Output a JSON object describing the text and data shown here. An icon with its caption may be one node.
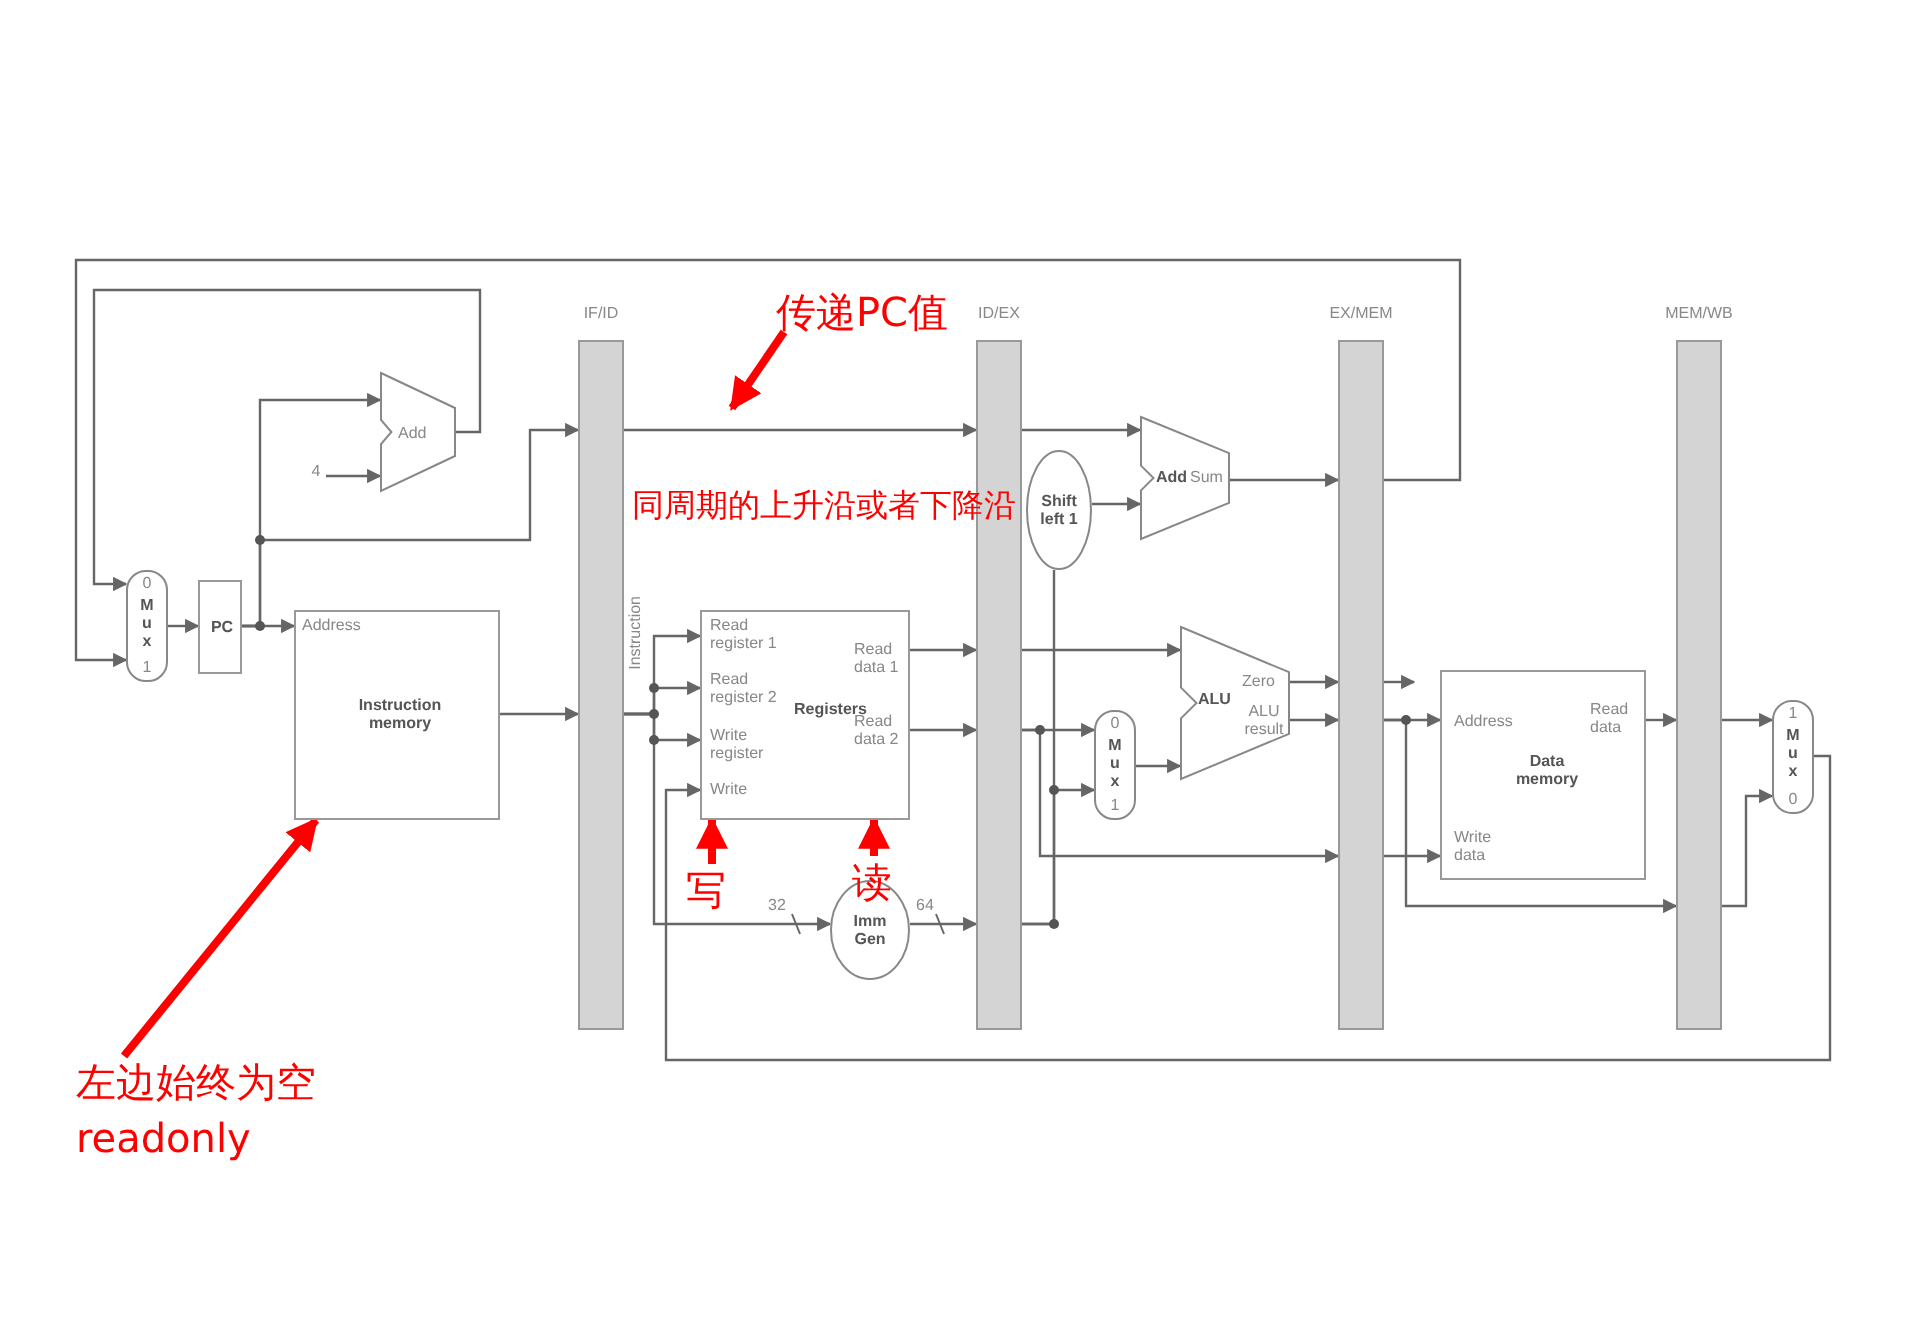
{
  "diagram": {
    "nodes": [
      {
        "text": [
          "0",
          "M u x",
          "1"
        ]
      },
      {
        "text": [
          "PC"
        ]
      },
      {
        "text": [
          "Add"
        ]
      },
      {
        "text": [
          "4"
        ]
      },
      {
        "text": [
          "Address",
          "Instruction memory"
        ]
      },
      {
        "text": [
          "IF/ID"
        ]
      },
      {
        "text": [
          "Read register 1",
          "Read register 2",
          "Registers",
          "Write register",
          "Write",
          "Read data 1",
          "Read data 2"
        ]
      },
      {
        "text": [
          "Imm Gen"
        ]
      },
      {
        "text": [
          "ID/EX"
        ]
      },
      {
        "text": [
          "Shift left 1"
        ]
      },
      {
        "text": [
          "Add",
          "Sum"
        ]
      },
      {
        "text": [
          "0",
          "M u x",
          "1"
        ]
      },
      {
        "text": [
          "ALU",
          "Zero",
          "ALU result"
        ]
      },
      {
        "text": [
          "EX/MEM"
        ]
      },
      {
        "text": [
          "Address",
          "Read data",
          "Data memory",
          "Write data"
        ]
      },
      {
        "text": [
          "MEM/WB"
        ]
      },
      {
        "text": [
          "1",
          "M u x",
          "0"
        ]
      },
      {
        "text": [
          "传递PC值"
        ]
      },
      {
        "text": [
          "左边始终为空",
          "readonly"
        ]
      },
      {
        "text": [
          "写"
        ]
      },
      {
        "text": [
          "读"
        ]
      }
    ],
    "edges": [
      {
        "from": 0,
        "to": 1,
        "arrow": "to"
      },
      {
        "from": 1,
        "to": 4,
        "arrow": "to"
      },
      {
        "from": 1,
        "to": 2,
        "arrow": "to"
      },
      {
        "from": 1,
        "to": 5,
        "arrow": "to"
      },
      {
        "from": 3,
        "to": 2,
        "arrow": "to"
      },
      {
        "from": 2,
        "to": 0,
        "arrow": "to"
      },
      {
        "from": 13,
        "to": 0,
        "arrow": "to"
      },
      {
        "from": 4,
        "to": 5,
        "arrow": "to"
      },
      {
        "from": 5,
        "to": 8,
        "arrow": "to"
      },
      {
        "from": 5,
        "to": 6,
        "arrow": "to"
      },
      {
        "from": 5,
        "to": 6,
        "arrow": "to"
      },
      {
        "from": 5,
        "to": 6,
        "arrow": "to"
      },
      {
        "from": 5,
        "to": 7,
        "arrow": "to",
        "label": "32"
      },
      {
        "from": 16,
        "to": 6,
        "arrow": "to"
      },
      {
        "from": 6,
        "to": 8,
        "arrow": "to"
      },
      {
        "from": 6,
        "to": 8,
        "arrow": "to"
      },
      {
        "from": 7,
        "to": 8,
        "arrow": "to",
        "label": "64"
      },
      {
        "from": 8,
        "to": 10,
        "arrow": "to"
      },
      {
        "from": 8,
        "to": 9,
        "arrow": "none"
      },
      {
        "from": 9,
        "to": 10,
        "arrow": "to"
      },
      {
        "from": 10,
        "to": 13,
        "arrow": "to"
      },
      {
        "from": 8,
        "to": 12,
        "arrow": "to"
      },
      {
        "from": 8,
        "to": 11,
        "arrow": "to"
      },
      {
        "from": 8,
        "to": 11,
        "arrow": "to"
      },
      {
        "from": 8,
        "to": 13,
        "arrow": "to"
      },
      {
        "from": 11,
        "to": 12,
        "arrow": "to"
      },
      {
        "from": 12,
        "to": 13,
        "arrow": "to"
      },
      {
        "from": 12,
        "to": 13,
        "arrow": "to"
      },
      {
        "from": 13,
        "to": null,
        "arrow": "to"
      },
      {
        "from": 13,
        "to": 14,
        "arrow": "to"
      },
      {
        "from": 13,
        "to": 14,
        "arrow": "to"
      },
      {
        "from": 13,
        "to": 15,
        "arrow": "to"
      },
      {
        "from": 14,
        "to": 15,
        "arrow": "to"
      },
      {
        "from": 15,
        "to": 16,
        "arrow": "to"
      },
      {
        "from": 15,
        "to": 16,
        "arrow": "to"
      },
      {
        "from": 17,
        "to": null,
        "arrow": "to",
        "style": "thick",
        "color": "#ff0000"
      },
      {
        "from": 18,
        "to": 4,
        "arrow": "to",
        "style": "thick",
        "color": "#ff0000"
      },
      {
        "from": 19,
        "to": 6,
        "arrow": "to",
        "style": "thick",
        "color": "#ff0000"
      },
      {
        "from": 20,
        "to": 6,
        "arrow": "to",
        "style": "thick",
        "color": "#ff0000"
      }
    ],
    "labels": [
      "Instruction",
      "同周期的上升沿或者下降沿"
    ]
  }
}
